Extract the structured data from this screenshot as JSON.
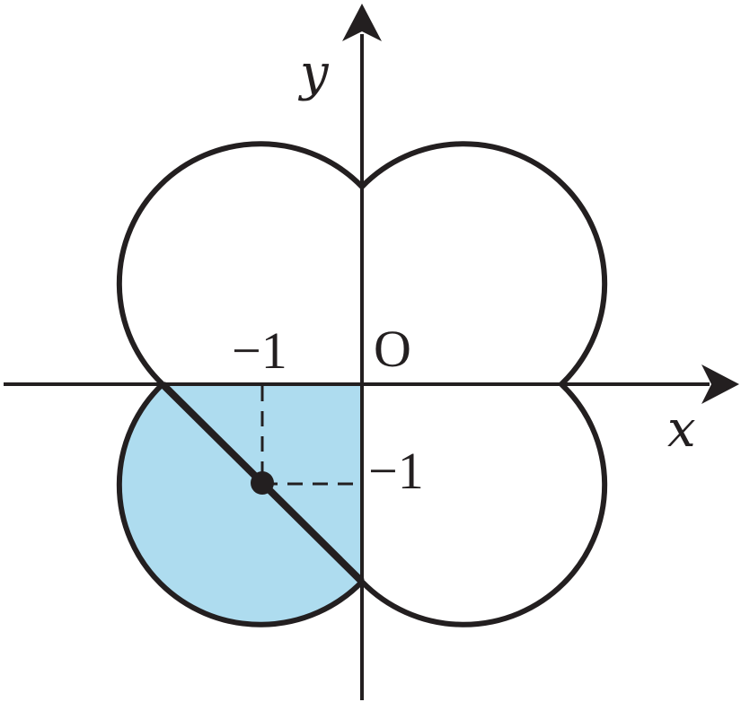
{
  "figure": {
    "labels": {
      "x_axis": "x",
      "y_axis": "y",
      "origin": "O",
      "x_tick": "−1",
      "y_tick": "−1"
    },
    "colors": {
      "stroke": "#231f20",
      "shaded_region": "#aedcef",
      "background": "#ffffff"
    },
    "curve": {
      "description_shape": "four-lobed curve",
      "lobe_centers": [
        [
          -1,
          1
        ],
        [
          1,
          1
        ],
        [
          -1,
          -1
        ],
        [
          1,
          -1
        ]
      ],
      "lobe_radius_squared": 2,
      "axis_intercepts": [
        [
          -2,
          0
        ],
        [
          2,
          0
        ],
        [
          0,
          2
        ],
        [
          0,
          -2
        ]
      ]
    },
    "shaded_region": {
      "quadrant": "third",
      "vertices_on_curve": [
        [
          -2,
          0
        ],
        [
          0,
          -2
        ]
      ],
      "corner": [
        0,
        0
      ]
    },
    "marked_point": {
      "coords": [
        -1,
        -1
      ],
      "icon": "filled-dot"
    },
    "chord": {
      "from": [
        -2,
        0
      ],
      "to": [
        0,
        -2
      ]
    }
  }
}
